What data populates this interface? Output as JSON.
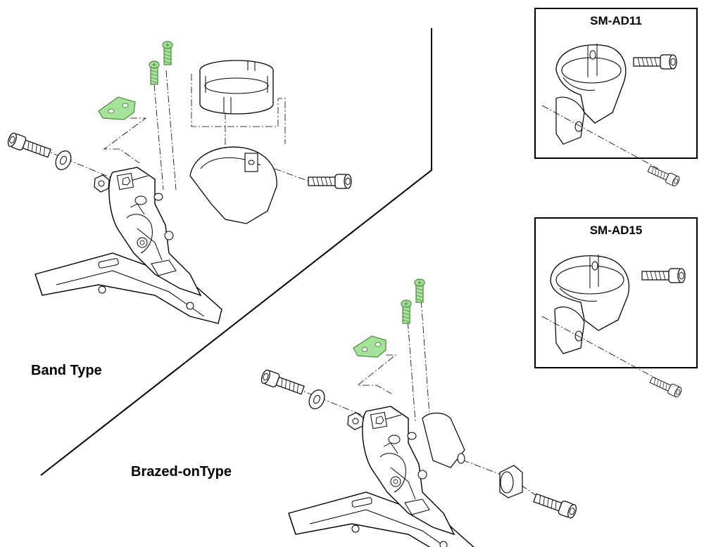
{
  "labels": {
    "band_type": "Band Type",
    "brazed_on_type": "Brazed-onType"
  },
  "insets": {
    "ad11": "SM-AD11",
    "ad15": "SM-AD15"
  },
  "colors": {
    "highlight": "#a6e39a",
    "highlight_stroke": "#4a8a3c",
    "line": "#000000",
    "frame": "#000000"
  },
  "icons": [
    "front-derailleur-icon",
    "screw-icon",
    "bolt-icon",
    "washer-icon",
    "nut-icon",
    "shim-plate-icon",
    "band-clamp-icon",
    "braze-on-adapter-icon"
  ]
}
